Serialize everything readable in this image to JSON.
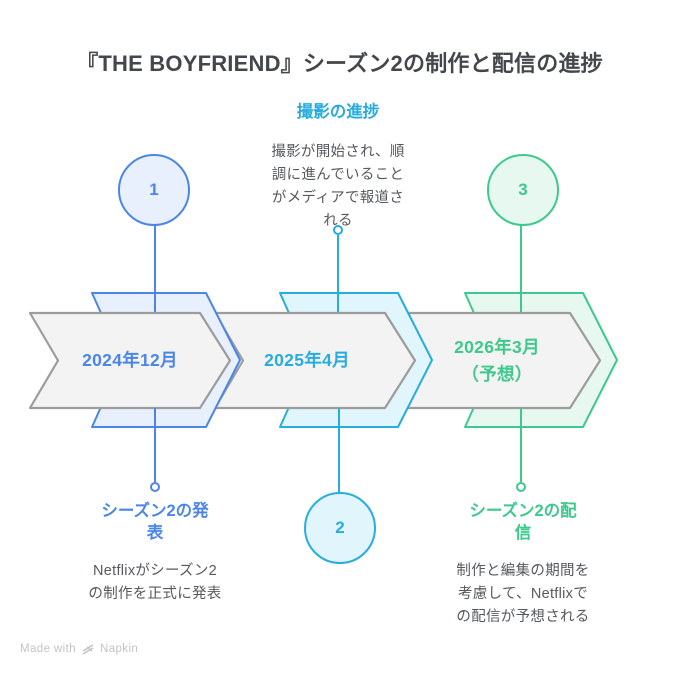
{
  "title": "『THE BOYFRIEND』シーズン2の制作と配信の進捗",
  "footer": {
    "made_with": "Made with",
    "brand": "Napkin"
  },
  "colors": {
    "step1_accent": "#4A86E8",
    "step2_accent": "#27ACE0",
    "step3_accent": "#3CC98B",
    "chevron_fill": "#F4F3F3",
    "chevron_stroke": "#9C9C9C",
    "title_text": "#43474B",
    "body_text": "#55595E",
    "footer_text": "#C3C3C3"
  },
  "steps": [
    {
      "number": "1",
      "date": "2024年12月",
      "heading": "シーズン2の発\n表",
      "description": "Netflixがシーズン2\nの制作を正式に発表",
      "accent": "#4A86E8"
    },
    {
      "number": "2",
      "date": "2025年4月",
      "heading": "撮影の進捗",
      "description": "撮影が開始され、順\n調に進んでいること\nがメディアで報道さ\nれる",
      "accent": "#27ACE0"
    },
    {
      "number": "3",
      "date": "2026年3月\n（予想）",
      "heading": "シーズン2の配\n信",
      "description": "制作と編集の期間を\n考慮して、Netflixで\nの配信が予想される",
      "accent": "#3CC98B"
    }
  ]
}
